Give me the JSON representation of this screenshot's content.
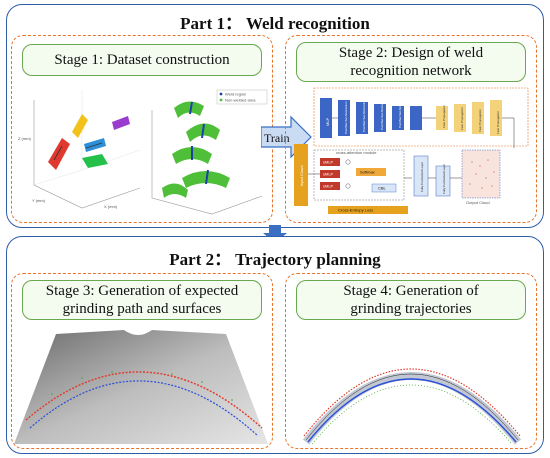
{
  "part1": {
    "title": "Part 1：  Weld recognition"
  },
  "part2": {
    "title": "Part 2：   Trajectory planning"
  },
  "stage1": {
    "title": "Stage 1: Dataset construction",
    "axis_x": "X (mm)",
    "axis_y": "Y (mm)",
    "axis_z": "Z (mm)",
    "legend": [
      "Weld region",
      "Non-welded area"
    ]
  },
  "stage2": {
    "title_line1": "Stage 2: Design of weld",
    "title_line2": "recognition network",
    "arrow_label": "Train",
    "blocks": [
      "MLP",
      "PointNet Set Abstraction",
      "PointNet Set Abstraction",
      "PointNet Set Abstraction",
      "PointNet Set Abstraction",
      "Feat Propagation",
      "Feat Propagation",
      "Feat Propagation",
      "Feat Propagation"
    ],
    "input_label": "Input Cloud",
    "cross_attention_label": "cross-attention module",
    "mlp_labels": [
      "sMLP",
      "sMLP",
      "sMLP"
    ],
    "softmax": "Softmax",
    "cbl": "CBL",
    "fc_labels": [
      "Fully Connected Layer",
      "Fully Connected Layer"
    ],
    "output_label": "Output Cloud",
    "loss_label": "Cross-Entropy Loss"
  },
  "stage3": {
    "title_line1": "Stage 3: Generation of expected",
    "title_line2": "grinding path and surfaces"
  },
  "stage4": {
    "title_line1": "Stage 4: Generation of",
    "title_line2": "grinding trajectories"
  },
  "colors": {
    "part_border": "#2f5ea8",
    "stage_border": "#e8742c",
    "title_border": "#6aa84f",
    "arrow": "#3a6fc4"
  }
}
